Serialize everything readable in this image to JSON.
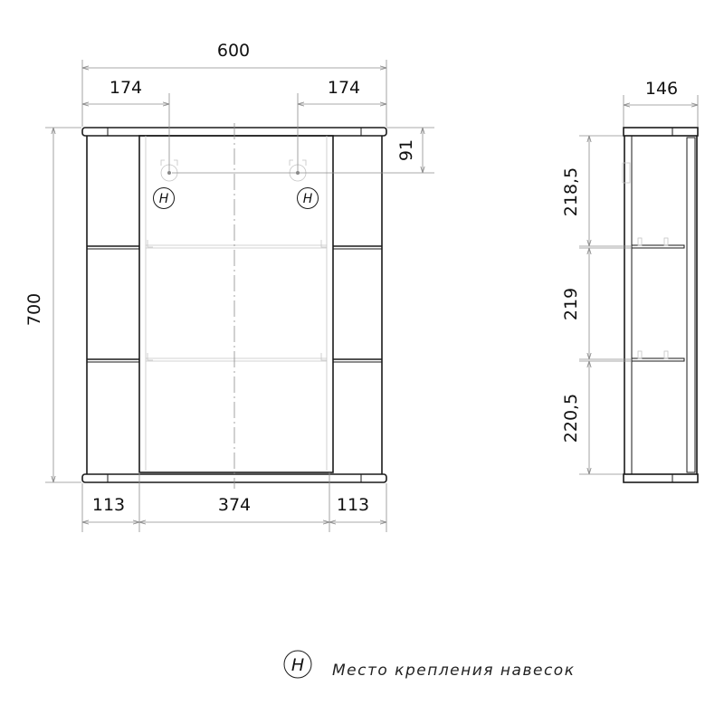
{
  "drawing": {
    "title": "Cabinet dimensional drawing",
    "units": "mm",
    "colors": {
      "outline": "#1a1a1a",
      "dimension": "#8c8c8c",
      "hidden": "#c4c4c4",
      "background": "#ffffff"
    }
  },
  "front_view": {
    "overall_width": "600",
    "overall_height": "700",
    "hinge_offset_left": "174",
    "hinge_offset_right": "174",
    "hinge_drop": "91",
    "bottom_left_section": "113",
    "bottom_center_section": "374",
    "bottom_right_section": "113",
    "mount_marker_left": "H",
    "mount_marker_right": "H"
  },
  "side_view": {
    "depth": "146",
    "section_top": "218,5",
    "section_middle": "219",
    "section_bottom": "220,5"
  },
  "legend": {
    "symbol": "H",
    "text": "Место крепления навесок"
  }
}
